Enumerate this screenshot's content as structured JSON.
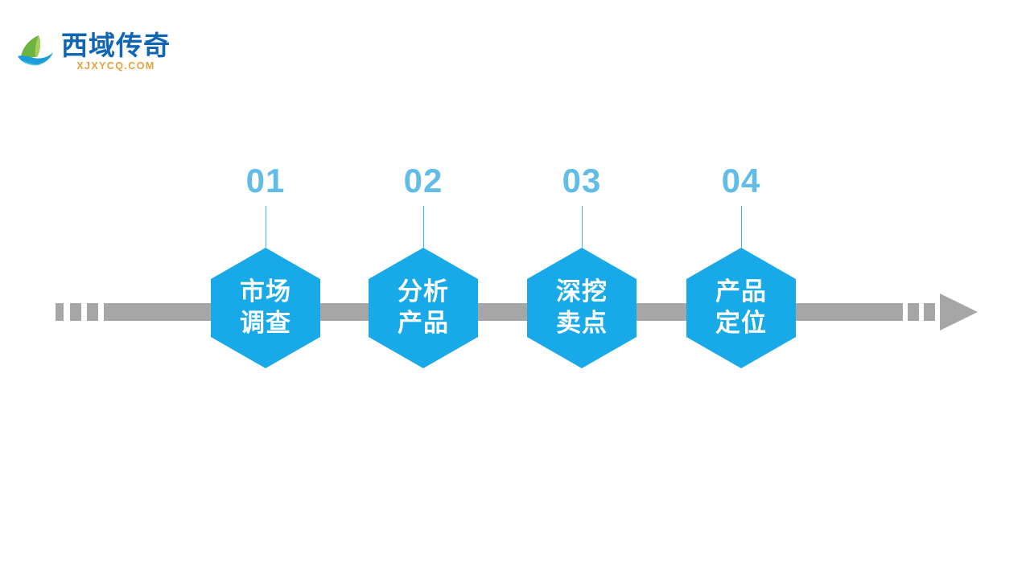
{
  "slide": {
    "background_color": "#ffffff",
    "accent_color": "#17a9e8",
    "number_color": "#62bce8",
    "bar_color": "#a6a6a6"
  },
  "logo": {
    "mark_name": "leaf-wave-logo-icon",
    "brand_cn": "西域传奇",
    "domain": "XJXYCQ.COM",
    "brand_color": "#1166b3",
    "domain_color": "#e8a13c",
    "leaf_color": "#6cb33f",
    "wave_color": "#1b9dd9"
  },
  "timeline": {
    "dash_count_left": 3,
    "dash_count_right": 3,
    "has_arrow_head": true,
    "steps": [
      {
        "number": "01",
        "line1": "市场",
        "line2": "调查"
      },
      {
        "number": "02",
        "line1": "分析",
        "line2": "产品"
      },
      {
        "number": "03",
        "line1": "深挖",
        "line2": "卖点"
      },
      {
        "number": "04",
        "line1": "产品",
        "line2": "定位"
      }
    ]
  }
}
